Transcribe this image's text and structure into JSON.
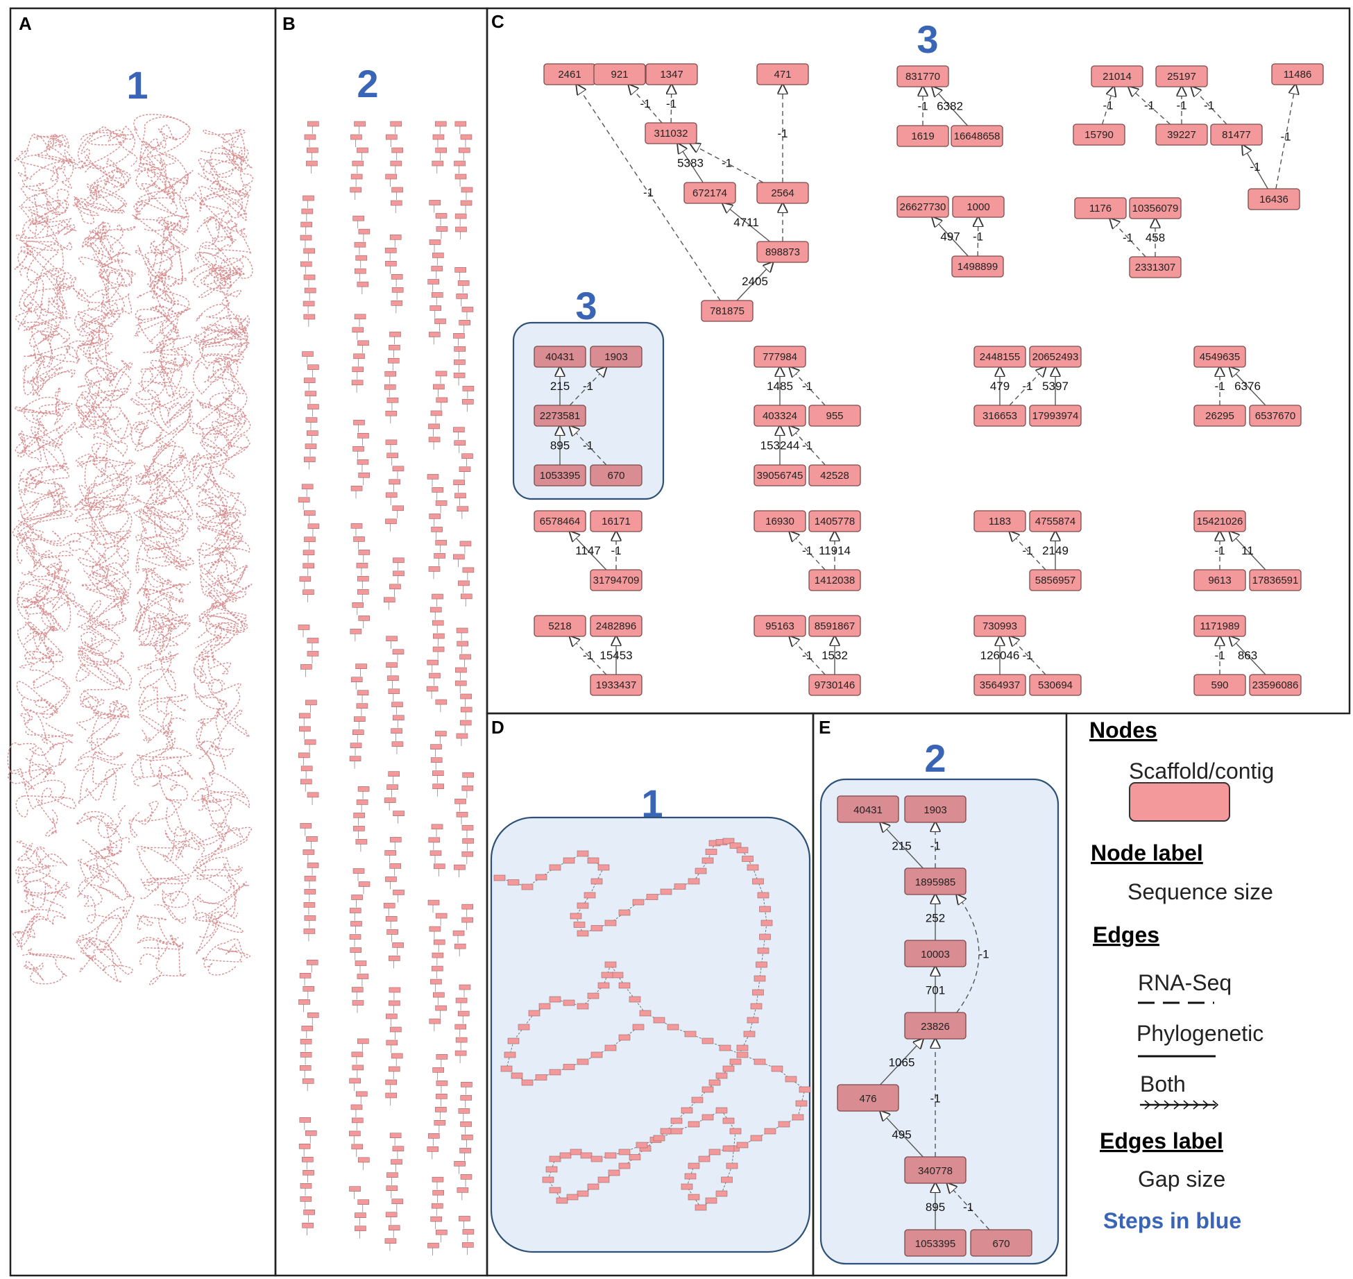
{
  "panels": {
    "A": {
      "label": "A",
      "step": "1"
    },
    "B": {
      "label": "B",
      "step": "2"
    },
    "C": {
      "label": "C",
      "step_top": "3",
      "step_box": "3"
    },
    "D": {
      "label": "D",
      "step": "1"
    },
    "E": {
      "label": "E",
      "step": "2"
    }
  },
  "legend": {
    "nodes_heading": "Nodes",
    "node_type": "Scaffold/contig",
    "node_label_heading": "Node label",
    "node_label_desc": "Sequence size",
    "edges_heading": "Edges",
    "edge_rnaseq": "RNA-Seq",
    "edge_phylo": "Phylogenetic",
    "edge_both": "Both",
    "edges_label_heading": "Edges label",
    "edges_label_desc": "Gap size",
    "steps_note": "Steps in blue",
    "colors": {
      "node_fill": "#F4999B",
      "steps": "#3A65B6",
      "highlight_box": "#E4EDF8"
    }
  },
  "panel_c": {
    "nodes": [
      {
        "id": "n2461",
        "label": "2461"
      },
      {
        "id": "n921",
        "label": "921"
      },
      {
        "id": "n1347",
        "label": "1347"
      },
      {
        "id": "n471",
        "label": "471"
      },
      {
        "id": "n311032",
        "label": "311032"
      },
      {
        "id": "n672174",
        "label": "672174"
      },
      {
        "id": "n2564",
        "label": "2564"
      },
      {
        "id": "n898873",
        "label": "898873"
      },
      {
        "id": "n781875",
        "label": "781875"
      },
      {
        "id": "n831770",
        "label": "831770"
      },
      {
        "id": "n1619",
        "label": "1619"
      },
      {
        "id": "n16648658",
        "label": "16648658"
      },
      {
        "id": "n26627730",
        "label": "26627730"
      },
      {
        "id": "n1000",
        "label": "1000"
      },
      {
        "id": "n1498899",
        "label": "1498899"
      },
      {
        "id": "n21014",
        "label": "21014"
      },
      {
        "id": "n25197",
        "label": "25197"
      },
      {
        "id": "n11486",
        "label": "11486"
      },
      {
        "id": "n15790",
        "label": "15790"
      },
      {
        "id": "n39227",
        "label": "39227"
      },
      {
        "id": "n81477",
        "label": "81477"
      },
      {
        "id": "n16436",
        "label": "16436"
      },
      {
        "id": "n1176",
        "label": "1176"
      },
      {
        "id": "n10356079",
        "label": "10356079"
      },
      {
        "id": "n2331307",
        "label": "2331307"
      },
      {
        "id": "c40431",
        "label": "40431"
      },
      {
        "id": "c1903",
        "label": "1903"
      },
      {
        "id": "c2273581",
        "label": "2273581"
      },
      {
        "id": "c1053395",
        "label": "1053395"
      },
      {
        "id": "c670",
        "label": "670"
      },
      {
        "id": "n777984",
        "label": "777984"
      },
      {
        "id": "n403324",
        "label": "403324"
      },
      {
        "id": "n955",
        "label": "955"
      },
      {
        "id": "n39056745",
        "label": "39056745"
      },
      {
        "id": "n42528",
        "label": "42528"
      },
      {
        "id": "n2448155",
        "label": "2448155"
      },
      {
        "id": "n20652493",
        "label": "20652493"
      },
      {
        "id": "n316653",
        "label": "316653"
      },
      {
        "id": "n17993974",
        "label": "17993974"
      },
      {
        "id": "n4549635",
        "label": "4549635"
      },
      {
        "id": "n26295",
        "label": "26295"
      },
      {
        "id": "n6537670",
        "label": "6537670"
      },
      {
        "id": "n6578464",
        "label": "6578464"
      },
      {
        "id": "n16171",
        "label": "16171"
      },
      {
        "id": "n31794709",
        "label": "31794709"
      },
      {
        "id": "n16930",
        "label": "16930"
      },
      {
        "id": "n1405778",
        "label": "1405778"
      },
      {
        "id": "n1412038",
        "label": "1412038"
      },
      {
        "id": "n1183",
        "label": "1183"
      },
      {
        "id": "n4755874",
        "label": "4755874"
      },
      {
        "id": "n5856957",
        "label": "5856957"
      },
      {
        "id": "n15421026",
        "label": "15421026"
      },
      {
        "id": "n9613",
        "label": "9613"
      },
      {
        "id": "n17836591",
        "label": "17836591"
      },
      {
        "id": "n5218",
        "label": "5218"
      },
      {
        "id": "n2482896",
        "label": "2482896"
      },
      {
        "id": "n1933437",
        "label": "1933437"
      },
      {
        "id": "n95163",
        "label": "95163"
      },
      {
        "id": "n8591867",
        "label": "8591867"
      },
      {
        "id": "n9730146",
        "label": "9730146"
      },
      {
        "id": "n730993",
        "label": "730993"
      },
      {
        "id": "n3564937",
        "label": "3564937"
      },
      {
        "id": "n530694",
        "label": "530694"
      },
      {
        "id": "n1171989",
        "label": "1171989"
      },
      {
        "id": "n590",
        "label": "590"
      },
      {
        "id": "n23596086",
        "label": "23596086"
      }
    ],
    "edges": [
      {
        "from": "n311032",
        "to": "n921",
        "style": "dashed",
        "label": "-1"
      },
      {
        "from": "n311032",
        "to": "n1347",
        "style": "dashed",
        "label": "-1"
      },
      {
        "from": "n672174",
        "to": "n311032",
        "style": "solid",
        "label": "5383"
      },
      {
        "from": "n2564",
        "to": "n311032",
        "style": "dashed",
        "label": "-1"
      },
      {
        "from": "n2564",
        "to": "n471",
        "style": "dashed",
        "label": "-1"
      },
      {
        "from": "n898873",
        "to": "n672174",
        "style": "solid",
        "label": "4711"
      },
      {
        "from": "n898873",
        "to": "n2564",
        "style": "dashed",
        "label": ""
      },
      {
        "from": "n781875",
        "to": "n898873",
        "style": "solid",
        "label": "2405"
      },
      {
        "from": "n781875",
        "to": "n2461",
        "style": "dashed",
        "label": "-1"
      },
      {
        "from": "n1619",
        "to": "n831770",
        "style": "dashed",
        "label": "-1"
      },
      {
        "from": "n16648658",
        "to": "n831770",
        "style": "solid",
        "label": "6382"
      },
      {
        "from": "n1498899",
        "to": "n26627730",
        "style": "solid",
        "label": "497"
      },
      {
        "from": "n1498899",
        "to": "n1000",
        "style": "dashed",
        "label": "-1"
      },
      {
        "from": "n15790",
        "to": "n21014",
        "style": "dashed",
        "label": "-1"
      },
      {
        "from": "n39227",
        "to": "n21014",
        "style": "dashed",
        "label": "-1"
      },
      {
        "from": "n39227",
        "to": "n25197",
        "style": "dashed",
        "label": "-1"
      },
      {
        "from": "n81477",
        "to": "n25197",
        "style": "dashed",
        "label": "-1"
      },
      {
        "from": "n16436",
        "to": "n81477",
        "style": "solid",
        "label": "-1"
      },
      {
        "from": "n16436",
        "to": "n11486",
        "style": "dashed",
        "label": "-1"
      },
      {
        "from": "n2331307",
        "to": "n1176",
        "style": "dashed",
        "label": "-1"
      },
      {
        "from": "n2331307",
        "to": "n10356079",
        "style": "both",
        "label": "458"
      },
      {
        "from": "c2273581",
        "to": "c40431",
        "style": "solid",
        "label": "215"
      },
      {
        "from": "c2273581",
        "to": "c1903",
        "style": "dashed",
        "label": "-1"
      },
      {
        "from": "c1053395",
        "to": "c2273581",
        "style": "solid",
        "label": "895"
      },
      {
        "from": "c670",
        "to": "c2273581",
        "style": "dashed",
        "label": "-1"
      },
      {
        "from": "n403324",
        "to": "n777984",
        "style": "solid",
        "label": "1485"
      },
      {
        "from": "n955",
        "to": "n777984",
        "style": "dashed",
        "label": "-1"
      },
      {
        "from": "n39056745",
        "to": "n403324",
        "style": "solid",
        "label": "153244"
      },
      {
        "from": "n42528",
        "to": "n403324",
        "style": "dashed",
        "label": "-1"
      },
      {
        "from": "n316653",
        "to": "n2448155",
        "style": "solid",
        "label": "479"
      },
      {
        "from": "n316653",
        "to": "n20652493",
        "style": "dashed",
        "label": "-1"
      },
      {
        "from": "n17993974",
        "to": "n20652493",
        "style": "solid",
        "label": "5397"
      },
      {
        "from": "n26295",
        "to": "n4549635",
        "style": "dashed",
        "label": "-1"
      },
      {
        "from": "n6537670",
        "to": "n4549635",
        "style": "solid",
        "label": "6376"
      },
      {
        "from": "n31794709",
        "to": "n6578464",
        "style": "solid",
        "label": "1147"
      },
      {
        "from": "n31794709",
        "to": "n16171",
        "style": "dashed",
        "label": "-1"
      },
      {
        "from": "n1412038",
        "to": "n16930",
        "style": "dashed",
        "label": "-1"
      },
      {
        "from": "n1412038",
        "to": "n1405778",
        "style": "both",
        "label": "11914"
      },
      {
        "from": "n5856957",
        "to": "n1183",
        "style": "dashed",
        "label": "-1"
      },
      {
        "from": "n5856957",
        "to": "n4755874",
        "style": "solid",
        "label": "2149"
      },
      {
        "from": "n9613",
        "to": "n15421026",
        "style": "dashed",
        "label": "-1"
      },
      {
        "from": "n17836591",
        "to": "n15421026",
        "style": "solid",
        "label": "11"
      },
      {
        "from": "n1933437",
        "to": "n5218",
        "style": "dashed",
        "label": "-1"
      },
      {
        "from": "n1933437",
        "to": "n2482896",
        "style": "solid",
        "label": "15453"
      },
      {
        "from": "n9730146",
        "to": "n95163",
        "style": "dashed",
        "label": "-1"
      },
      {
        "from": "n9730146",
        "to": "n8591867",
        "style": "solid",
        "label": "1532"
      },
      {
        "from": "n3564937",
        "to": "n730993",
        "style": "solid",
        "label": "126046"
      },
      {
        "from": "n530694",
        "to": "n730993",
        "style": "dashed",
        "label": "-1"
      },
      {
        "from": "n590",
        "to": "n1171989",
        "style": "dashed",
        "label": "-1"
      },
      {
        "from": "n23596086",
        "to": "n1171989",
        "style": "solid",
        "label": "863"
      }
    ]
  },
  "panel_e": {
    "nodes": [
      {
        "id": "e40431",
        "label": "40431"
      },
      {
        "id": "e1903",
        "label": "1903"
      },
      {
        "id": "e1895985",
        "label": "1895985"
      },
      {
        "id": "e10003",
        "label": "10003"
      },
      {
        "id": "e23826",
        "label": "23826"
      },
      {
        "id": "e476",
        "label": "476"
      },
      {
        "id": "e340778",
        "label": "340778"
      },
      {
        "id": "e1053395",
        "label": "1053395"
      },
      {
        "id": "e670",
        "label": "670"
      }
    ],
    "edges": [
      {
        "from": "e1895985",
        "to": "e40431",
        "style": "solid",
        "label": "215"
      },
      {
        "from": "e1895985",
        "to": "e1903",
        "style": "dashed",
        "label": "-1"
      },
      {
        "from": "e10003",
        "to": "e1895985",
        "style": "solid",
        "label": "252"
      },
      {
        "from": "e23826",
        "to": "e10003",
        "style": "solid",
        "label": "701"
      },
      {
        "from": "e23826",
        "to": "e1895985",
        "style": "dashed",
        "label": "-1",
        "curve": true
      },
      {
        "from": "e476",
        "to": "e23826",
        "style": "solid",
        "label": "1065"
      },
      {
        "from": "e340778",
        "to": "e476",
        "style": "solid",
        "label": "495"
      },
      {
        "from": "e340778",
        "to": "e23826",
        "style": "dashed",
        "label": "-1"
      },
      {
        "from": "e1053395",
        "to": "e340778",
        "style": "solid",
        "label": "895"
      },
      {
        "from": "e670",
        "to": "e340778",
        "style": "dashed",
        "label": "-1"
      }
    ]
  }
}
